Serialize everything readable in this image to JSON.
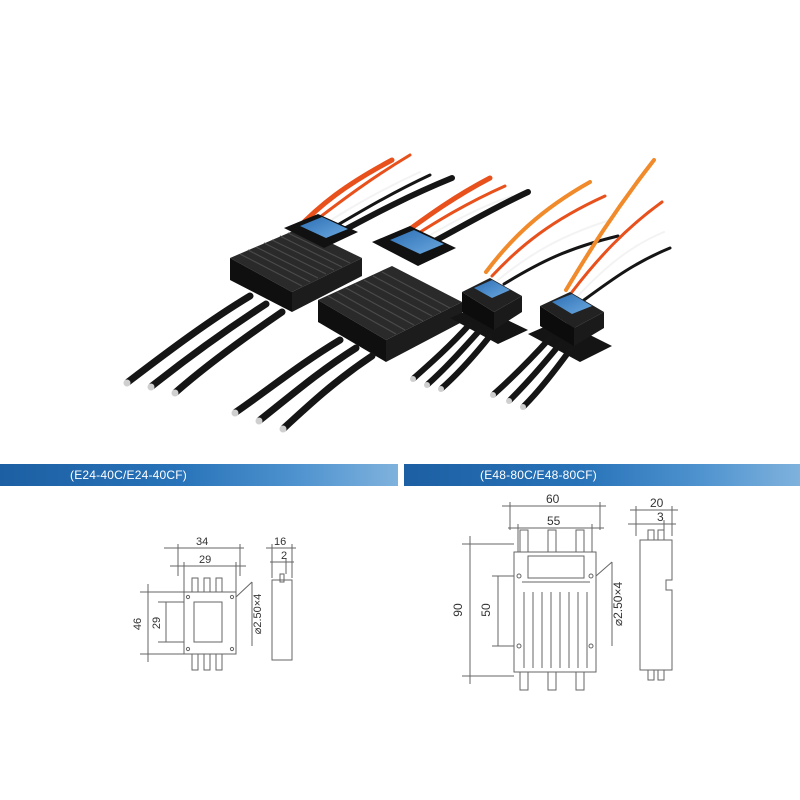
{
  "banners": {
    "left": "(E24-40C/E24-40CF)",
    "right": "(E48-80C/E48-80CF)"
  },
  "drawing_small": {
    "width_outer": "34",
    "width_inner": "29",
    "height_outer": "46",
    "height_inner": "29",
    "hole": "⌀2.50×4",
    "side_width": "16",
    "side_step": "2"
  },
  "drawing_large": {
    "width_outer": "60",
    "width_inner": "55",
    "height_outer": "90",
    "height_inner": "50",
    "hole": "⌀2.50×4",
    "side_width": "20",
    "side_step": "3"
  },
  "colors": {
    "banner": "#2873b9",
    "heatsink": "#1a1a1a",
    "wire_red": "#e8501c",
    "wire_orange": "#f08a2a",
    "wire_black": "#151515",
    "drawing_line": "#666666"
  }
}
